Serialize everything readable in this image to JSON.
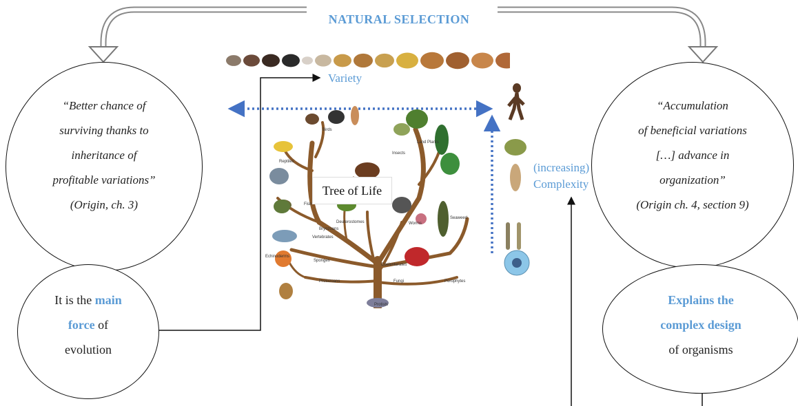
{
  "title": "NATURAL SELECTION",
  "variety_label": "Variety",
  "complexity_label": {
    "line1": "(increasing)",
    "line2": "Complexity"
  },
  "tree_label": "Tree of Life",
  "left_quote": {
    "lines": [
      "“Better chance of",
      "surviving thanks to",
      "inheritance of",
      "profitable variations”",
      "(Origin, ch. 3)"
    ]
  },
  "right_quote": {
    "lines": [
      "“Accumulation",
      "of  beneficial variations",
      "[…] advance in",
      "organization”",
      "(Origin ch. 4, section 9)"
    ]
  },
  "left_claim": {
    "pre": "It is the ",
    "hl1": "main",
    "hl2": "force",
    "post1": " of",
    "line4": "evolution"
  },
  "right_claim": {
    "hl1": "Explains the",
    "hl2": "complex design",
    "line3": "of organisms"
  },
  "tree_branch_labels": [
    "Birds",
    "Mammals",
    "Reptiles",
    "Insects",
    "Land Plants",
    "Fish",
    "Deuterostomes",
    "Bryozoans",
    "Vertebrates",
    "Worms",
    "Seaweed",
    "Echinoderms",
    "Sponges",
    "Protozoans",
    "Coelenterates",
    "Fungi",
    "Porophytes",
    "Protists"
  ],
  "colors": {
    "accent": "#5b9bd5",
    "dotted_arrow": "#4472c4",
    "tree_trunk": "#8b5a2b",
    "outline": "#111111"
  }
}
